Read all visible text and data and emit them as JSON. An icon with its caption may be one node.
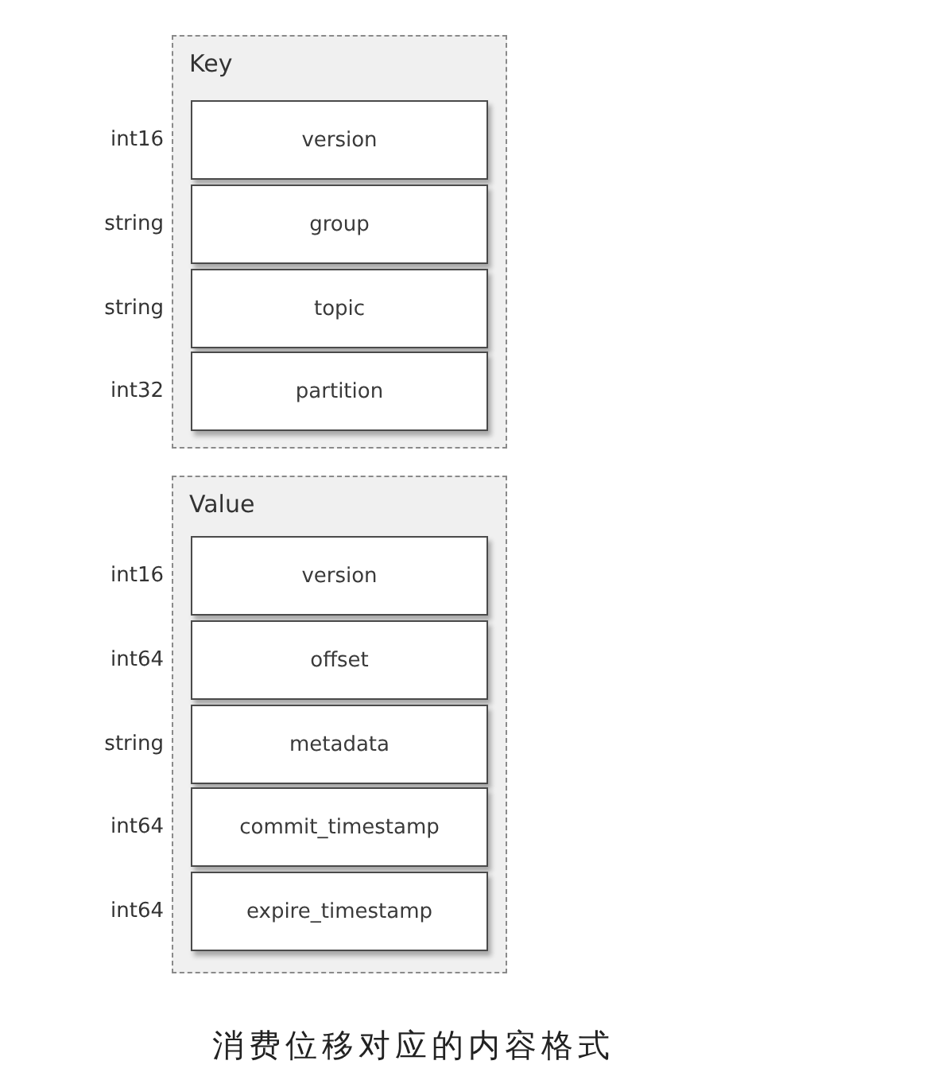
{
  "diagram": {
    "caption": "消费位移对应的内容格式",
    "nodes": [
      {
        "text": [
          "Key"
        ]
      },
      {
        "text": [
          "version"
        ],
        "in": 0,
        "beside": [
          "int16"
        ]
      },
      {
        "text": [
          "group"
        ],
        "in": 0,
        "beside": [
          "string"
        ]
      },
      {
        "text": [
          "topic"
        ],
        "in": 0,
        "beside": [
          "string"
        ]
      },
      {
        "text": [
          "partition"
        ],
        "in": 0,
        "beside": [
          "int32"
        ]
      },
      {
        "text": [
          "Value"
        ]
      },
      {
        "text": [
          "version"
        ],
        "in": 5,
        "beside": [
          "int16"
        ]
      },
      {
        "text": [
          "offset"
        ],
        "in": 5,
        "beside": [
          "int64"
        ]
      },
      {
        "text": [
          "metadata"
        ],
        "in": 5,
        "beside": [
          "string"
        ]
      },
      {
        "text": [
          "commit_timestamp"
        ],
        "in": 5,
        "beside": [
          "int64"
        ]
      },
      {
        "text": [
          "expire_timestamp"
        ],
        "in": 5,
        "beside": [
          "int64"
        ]
      }
    ]
  }
}
